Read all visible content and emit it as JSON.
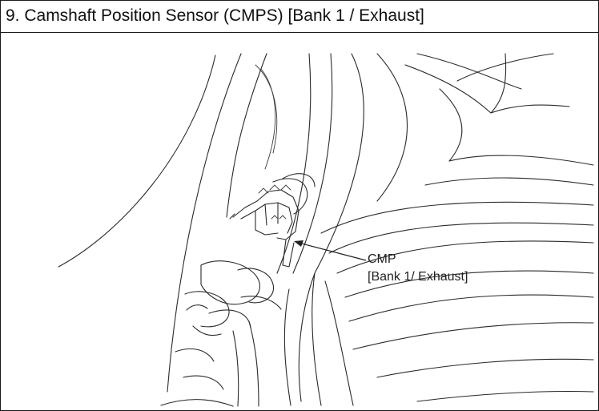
{
  "title": "9. Camshaft Position Sensor (CMPS) [Bank 1 / Exhaust]",
  "callout": {
    "line1": "CMP",
    "line2": "[Bank 1/ Exhaust]"
  },
  "colors": {
    "line": "#2a2a2a",
    "border": "#1a1a1a",
    "background": "#ffffff"
  }
}
